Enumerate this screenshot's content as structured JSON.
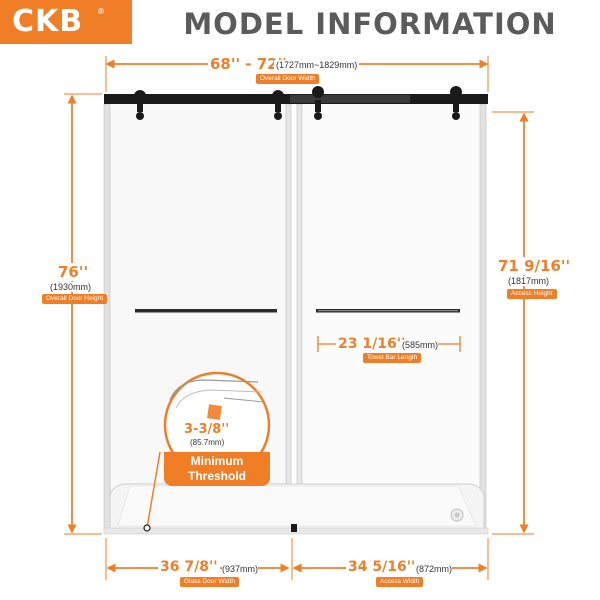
{
  "header": {
    "brand": "CKB",
    "brand_mark": "®",
    "title": "MODEL INFORMATION"
  },
  "dimensions": {
    "overall_width": {
      "value": "68'' - 72''",
      "metric": "(1727mm~1829mm)",
      "label": "Overall Door Width"
    },
    "overall_height": {
      "value": "76''",
      "metric": "(1930mm)",
      "label": "Overall Door Height"
    },
    "access_height": {
      "value": "71 9/16''",
      "metric": "(1817mm)",
      "label": "Access Height"
    },
    "towel_bar": {
      "value": "23 1/16''",
      "metric": "(585mm)",
      "label": "Towel Bar Length"
    },
    "glass_width": {
      "value": "36 7/8''",
      "metric": "(937mm)",
      "label": "Glass Door Width"
    },
    "access_width": {
      "value": "34 5/16''",
      "metric": "(872mm)",
      "label": "Access Width"
    },
    "threshold": {
      "value": "3-3/8''",
      "metric": "(85.7mm)",
      "label_line1": "Minimum",
      "label_line2": "Threshold"
    }
  },
  "colors": {
    "accent": "#F07E26",
    "header_text": "#5B5B5B",
    "hardware": "#1A1A1A",
    "frame": "#CFCFCF",
    "base": "#F4F4F4"
  }
}
